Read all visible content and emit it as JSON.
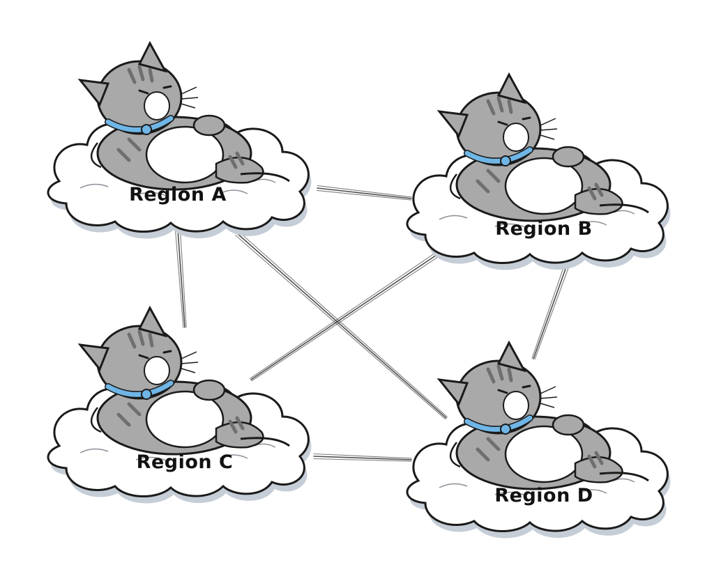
{
  "diagram": {
    "nodes": [
      {
        "id": "A",
        "label": "Region A"
      },
      {
        "id": "B",
        "label": "Region B"
      },
      {
        "id": "C",
        "label": "Region C"
      },
      {
        "id": "D",
        "label": "Region D"
      }
    ],
    "edges": [
      [
        "A",
        "B"
      ],
      [
        "A",
        "C"
      ],
      [
        "A",
        "D"
      ],
      [
        "B",
        "C"
      ],
      [
        "B",
        "D"
      ],
      [
        "C",
        "D"
      ]
    ]
  },
  "colors": {
    "cat_body": "#a9a9a9",
    "cat_stripe": "#6f6f6f",
    "cat_belly": "#ffffff",
    "collar": "#6fb6e6",
    "cloud_fill": "#ffffff",
    "cloud_shadow": "#c5cdd6",
    "outline": "#1a1a1a",
    "link": "#3a3a3a"
  },
  "icons": {
    "node": "sleeping-cat-on-cloud-icon"
  }
}
